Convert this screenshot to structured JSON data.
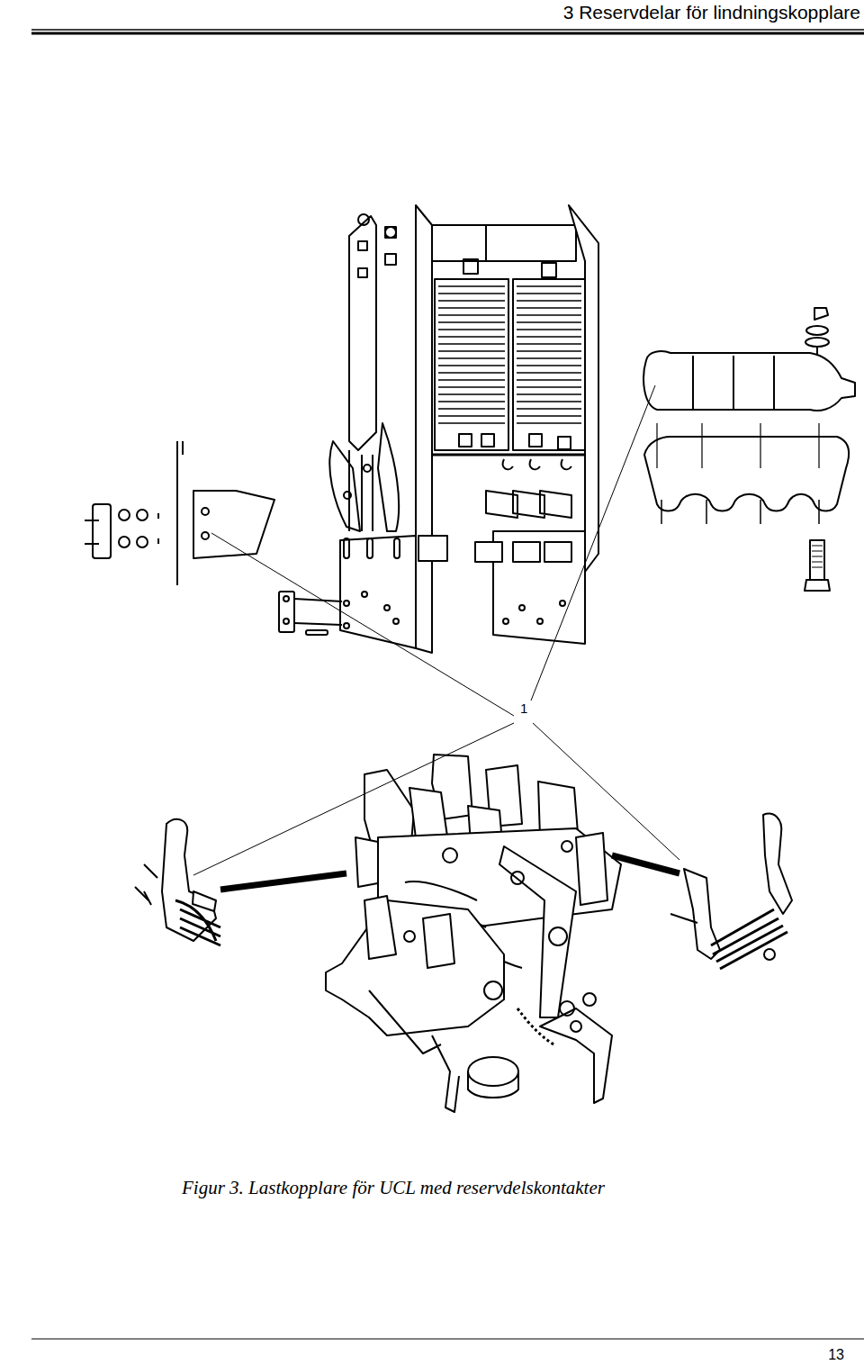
{
  "diagram": {
    "title": "3 Reservdelar för lindningskopplare",
    "caption": "Figur 3. Lastkopplare för UCL med reservdelskontakter",
    "labels": [
      "1",
      "13"
    ]
  }
}
